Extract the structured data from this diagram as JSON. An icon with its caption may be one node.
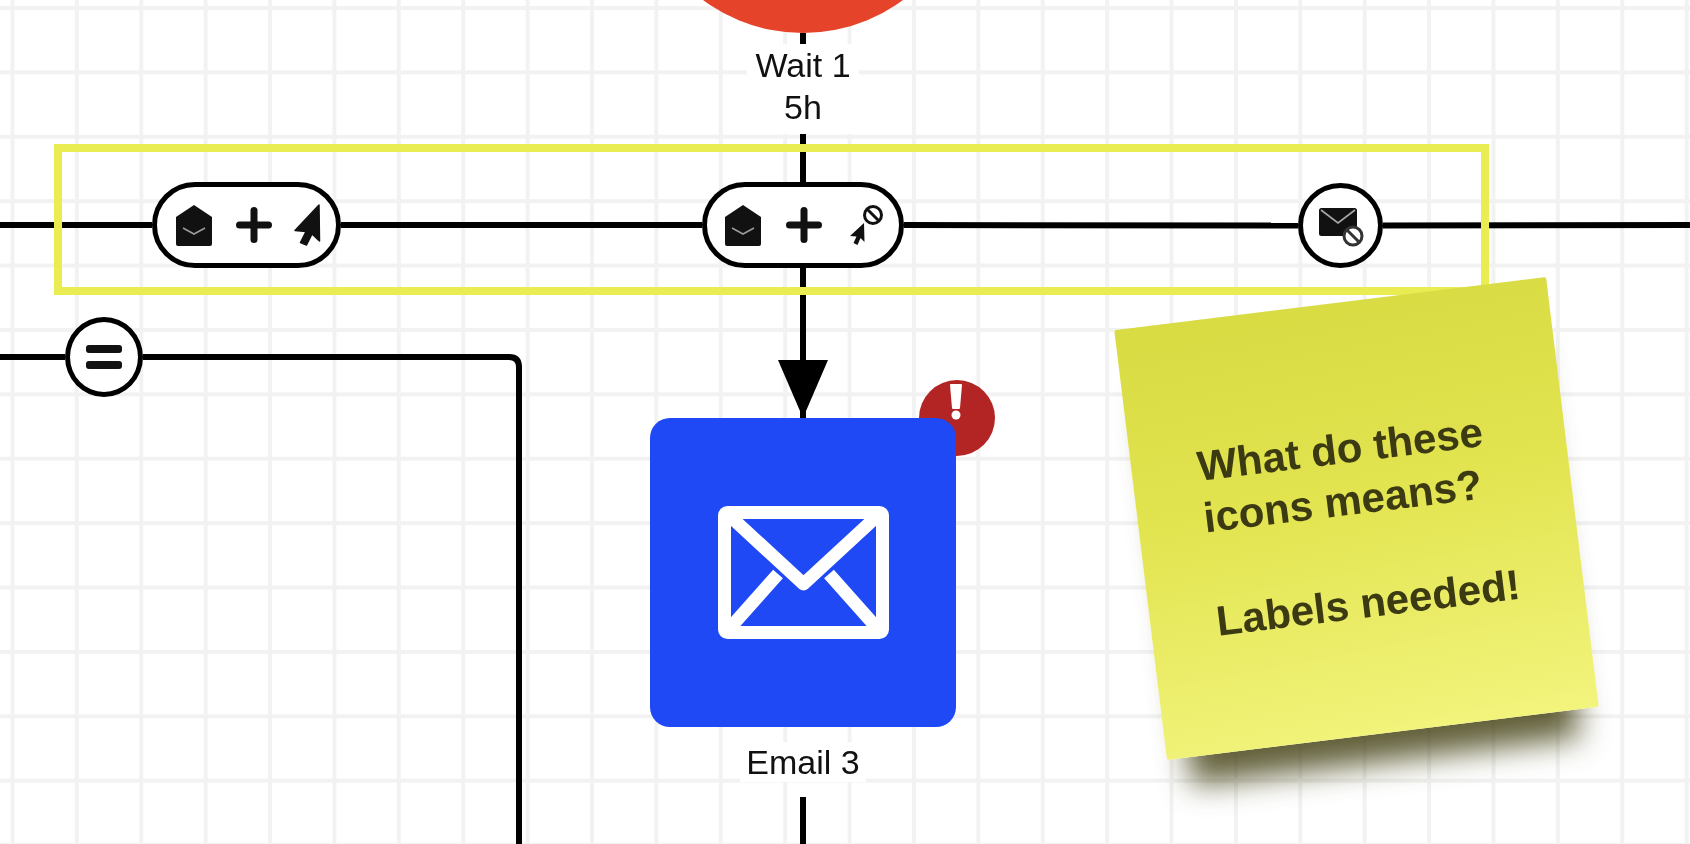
{
  "diagram": {
    "nodes": [
      {
        "text": [],
        "shape": "circle"
      },
      {
        "text": [],
        "shape": "box"
      },
      {
        "text": [],
        "shape": "box",
        "in": 1
      },
      {
        "text": [],
        "shape": "box",
        "in": 1
      },
      {
        "text": [],
        "shape": "circle",
        "in": 1
      },
      {
        "text": [],
        "shape": "circle"
      },
      {
        "text": [
          "Email 3"
        ]
      },
      {
        "text": [
          "What do these icons means?",
          "Labels needed!"
        ]
      }
    ],
    "edges": [
      {
        "from": 0,
        "to": 3,
        "arrow": "none",
        "label": "Wait 1 5h"
      },
      {
        "from": 3,
        "to": 6,
        "arrow": "to"
      },
      {
        "from": null,
        "to": 2,
        "arrow": "none"
      },
      {
        "from": 2,
        "to": 3,
        "arrow": "none"
      },
      {
        "from": 3,
        "to": 4,
        "arrow": "none"
      },
      {
        "from": 4,
        "to": null,
        "arrow": "none"
      },
      {
        "from": null,
        "to": 5,
        "arrow": "none"
      },
      {
        "from": 5,
        "to": null,
        "arrow": "none"
      },
      {
        "from": 6,
        "to": null,
        "arrow": "none"
      }
    ]
  }
}
